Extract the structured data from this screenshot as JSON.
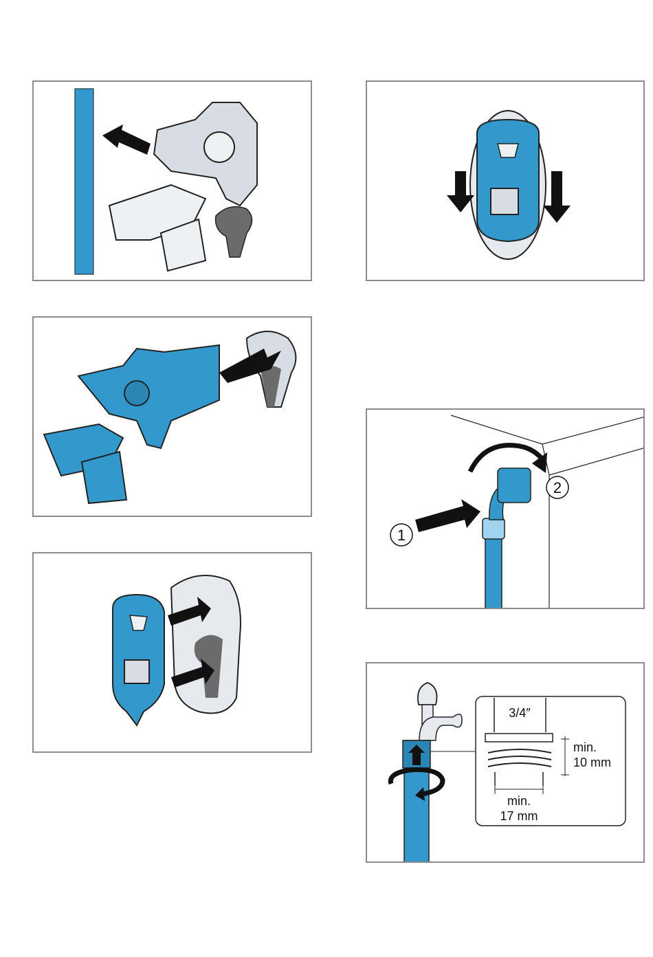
{
  "panels": [
    {
      "id": "step-1",
      "caption": ""
    },
    {
      "id": "step-2",
      "caption": ""
    },
    {
      "id": "step-3",
      "caption": ""
    },
    {
      "id": "step-4",
      "caption": ""
    },
    {
      "id": "step-5",
      "caption": ""
    },
    {
      "id": "step-6",
      "caption": ""
    }
  ],
  "tap_connection": {
    "step_one": "1",
    "step_two": "2"
  },
  "thread_detail": {
    "thread_size": "3/4″",
    "min_height_label": "min.",
    "min_height_value": "10 mm",
    "min_width_label": "min.",
    "min_width_value": "17 mm"
  },
  "colors": {
    "accent_blue": "#3399cc",
    "frame_gray": "#8c8c8c",
    "part_gray": "#d8dde3",
    "dark_gray": "#6b6b6b"
  }
}
